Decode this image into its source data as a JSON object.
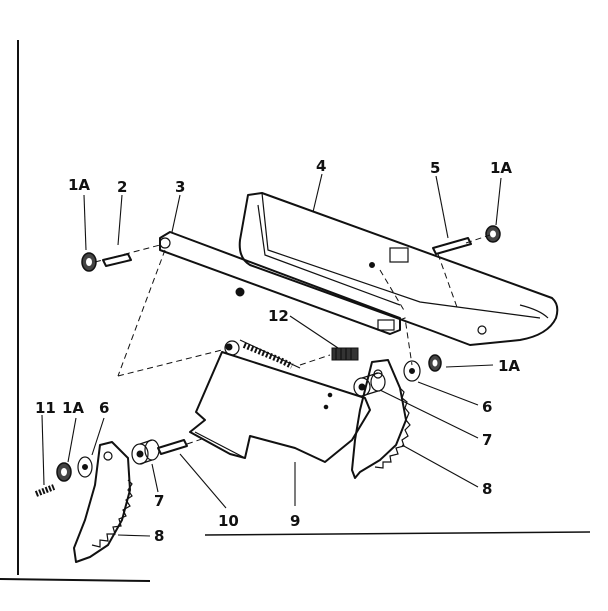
{
  "diagram": {
    "labels": {
      "l1a_a": "1A",
      "l2": "2",
      "l3": "3",
      "l4": "4",
      "l5": "5",
      "l1a_b": "1A",
      "l12": "12",
      "l1a_c": "1A",
      "l6_a": "6",
      "l7_a": "7",
      "l8_a": "8",
      "l11": "11",
      "l1a_d": "1A",
      "l6_b": "6",
      "l7_b": "7",
      "l10": "10",
      "l9": "9",
      "l8_b": "8"
    }
  }
}
